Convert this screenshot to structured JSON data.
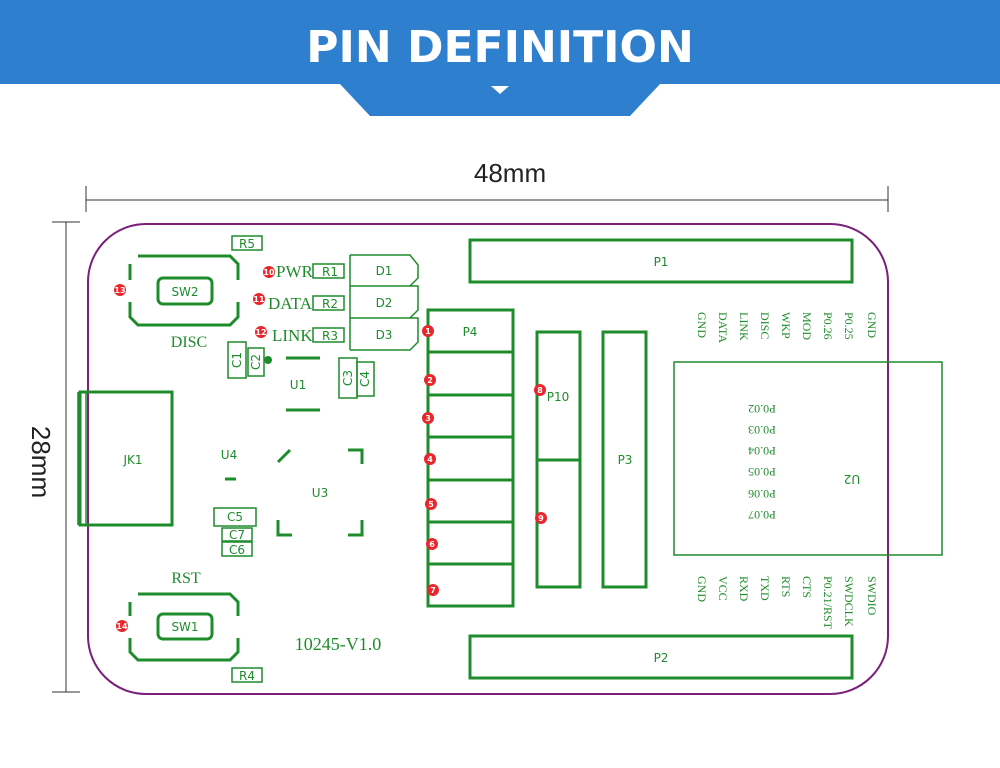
{
  "header": {
    "title": "PIN DEFINITION",
    "color": "#2f7fcf"
  },
  "dimensions": {
    "width": "48mm",
    "height": "28mm"
  },
  "colors": {
    "silkscreen": "#1f8c2c",
    "outline": "#7a1f7a",
    "marker": "#e8262b"
  },
  "components": {
    "p1": "P1",
    "p2": "P2",
    "p3": "P3",
    "p4": "P4",
    "p10": "P10",
    "u1": "U1",
    "u2": "U2",
    "u3": "U3",
    "u4": "U4",
    "jk1": "JK1",
    "sw1": "SW1",
    "sw2": "SW2",
    "r1": "R1",
    "r2": "R2",
    "r3": "R3",
    "r4": "R4",
    "r5": "R5",
    "d1": "D1",
    "d2": "D2",
    "d3": "D3",
    "c1": "C1",
    "c2": "C2",
    "c3": "C3",
    "c4": "C4",
    "c5": "C5",
    "c6": "C6",
    "c7": "C7"
  },
  "labels": {
    "pwr": "PWR",
    "data": "DATA",
    "link": "LINK",
    "disc": "DISC",
    "rst": "RST",
    "version": "10245-V1.0"
  },
  "top_pins": [
    "GND",
    "DATA",
    "LINK",
    "DISC",
    "WKP",
    "MOD",
    "P0.26",
    "P0.25",
    "GND"
  ],
  "bottom_pins": [
    "GND",
    "VCC",
    "RXD",
    "TXD",
    "RTS",
    "CTS",
    "P0.21/RST",
    "SWDCLK",
    "SWDIO"
  ],
  "u2_pins": [
    "P0.02",
    "P0.03",
    "P0.04",
    "P0.05",
    "P0.06",
    "P0.07"
  ],
  "markers": [
    "1",
    "2",
    "3",
    "4",
    "5",
    "6",
    "7",
    "8",
    "9",
    "10",
    "11",
    "12",
    "13",
    "14"
  ]
}
